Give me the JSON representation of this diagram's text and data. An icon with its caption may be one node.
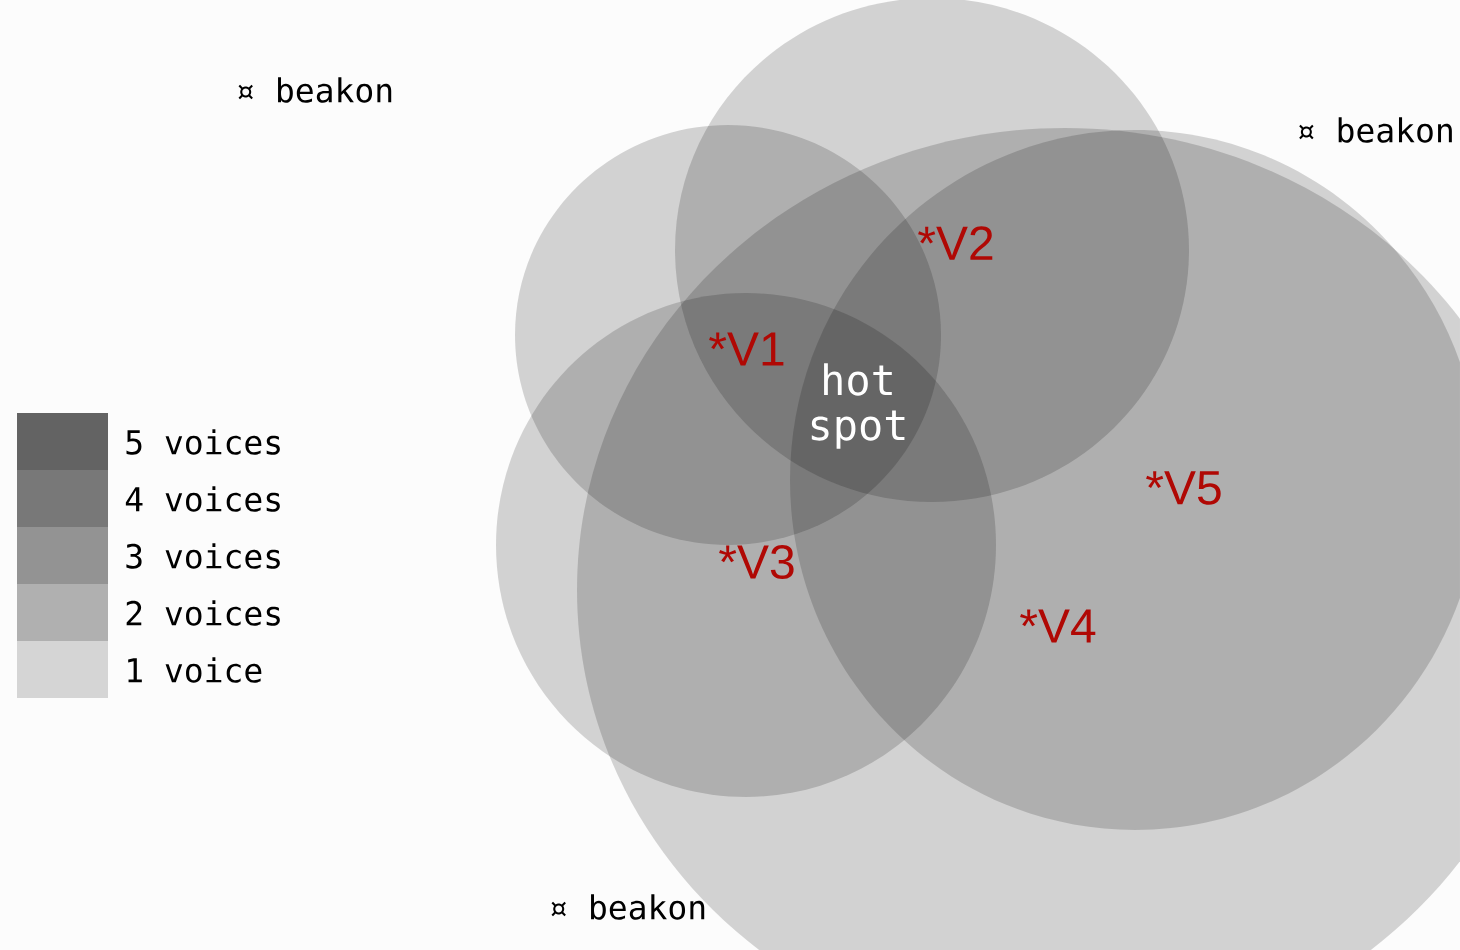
{
  "diagram": {
    "labels": [
      "¤ beakon",
      "¤ beakon",
      "*V2",
      "*V1",
      "hot spot",
      "*V5",
      "*V3",
      "*V4",
      "¤ beakon"
    ],
    "legend": [
      {
        "text": "5 voices",
        "color": "#636363"
      },
      {
        "text": "4 voices",
        "color": "#787878"
      },
      {
        "text": "3 voices",
        "color": "#939393"
      },
      {
        "text": "2 voices",
        "color": "#b0b0b0"
      },
      {
        "text": "1 voice",
        "color": "#d5d5d5"
      }
    ]
  }
}
